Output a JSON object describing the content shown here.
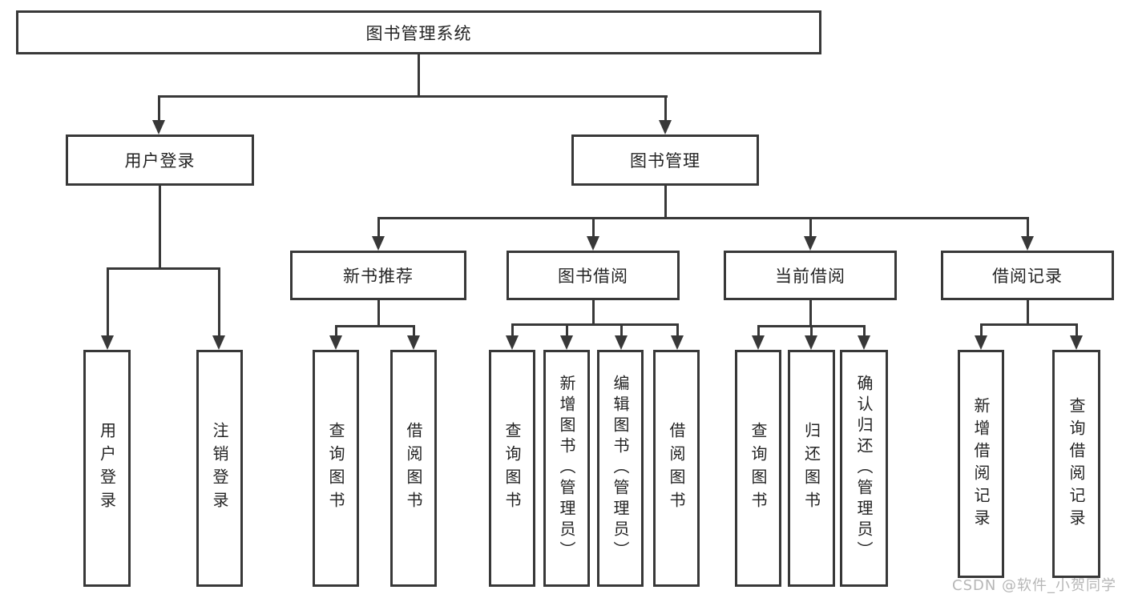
{
  "root": {
    "label": "图书管理系统"
  },
  "branches": [
    {
      "label": "用户登录",
      "children": [
        {
          "label": "用户登录"
        },
        {
          "label": "注销登录"
        }
      ]
    },
    {
      "label": "图书管理",
      "children": [
        {
          "label": "新书推荐",
          "children": [
            {
              "label": "查询图书"
            },
            {
              "label": "借阅图书"
            }
          ]
        },
        {
          "label": "图书借阅",
          "children": [
            {
              "label": "查询图书"
            },
            {
              "label": "新增图书（管理员）"
            },
            {
              "label": "编辑图书（管理员）"
            },
            {
              "label": "借阅图书"
            }
          ]
        },
        {
          "label": "当前借阅",
          "children": [
            {
              "label": "查询图书"
            },
            {
              "label": "归还图书"
            },
            {
              "label": "确认归还（管理员）"
            }
          ]
        },
        {
          "label": "借阅记录",
          "children": [
            {
              "label": "新增借阅记录"
            },
            {
              "label": "查询借阅记录"
            }
          ]
        }
      ]
    }
  ],
  "watermark": "CSDN @软件_小贺同学",
  "colors": {
    "line": "#383838",
    "text": "#242424",
    "watermark": "#b6b6b6",
    "background": "#ffffff"
  }
}
